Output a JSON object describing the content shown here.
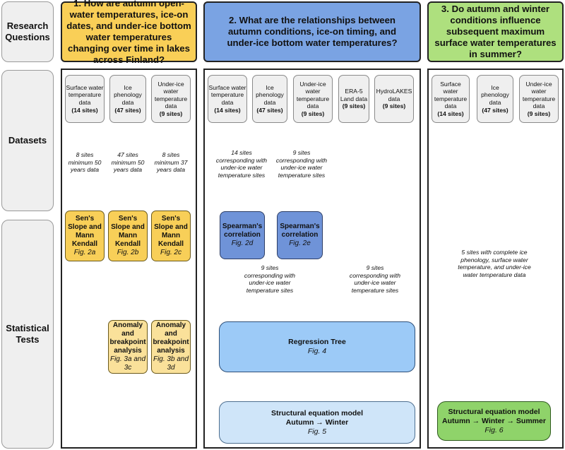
{
  "row_labels": {
    "research_questions": "Research Questions",
    "datasets": "Datasets",
    "statistical_tests": "Statistical Tests"
  },
  "questions": {
    "q1": "1. How are autumn open-water temperatures, ice-on dates, and under-ice bottom water temperatures changing over time in lakes across Finland?",
    "q2": "2. What are the relationships between autumn conditions, ice-on timing, and under-ice bottom water temperatures?",
    "q3": "3. Do autumn and winter conditions influence subsequent maximum surface water temperatures in summer?"
  },
  "datasets": {
    "surface": {
      "name": "Surface water temperature data",
      "sites": "(14 sites)"
    },
    "ice": {
      "name": "Ice phenology data",
      "sites": "(47 sites)"
    },
    "underice": {
      "name": "Under-ice water temperature data",
      "sites": "(9 sites)"
    },
    "era5": {
      "name": "ERA-5 Land data",
      "sites": "(9 sites)"
    },
    "hydrolakes": {
      "name": "HydroLAKES data",
      "sites": "(9 sites)"
    }
  },
  "notes": {
    "p1_surface": "8 sites minimum 50 years data",
    "p1_ice": "47 sites minimum 50 years data",
    "p1_underice": "8 sites minimum 37 years data",
    "p2_left": "14 sites corresponding with under-ice water temperature sites",
    "p2_mid": "9 sites corresponding with under-ice water temperature sites",
    "p2_ice": "9 sites corresponding with under-ice water temperature sites",
    "p2_era": "9 sites corresponding with under-ice water temperature sites",
    "p3": "5 sites with complete ice phenology, surface water temperature, and under-ice water temperature data"
  },
  "tests": {
    "sens_title": "Sen's Slope and Mann Kendall",
    "sens_fig_a": "Fig. 2a",
    "sens_fig_b": "Fig. 2b",
    "sens_fig_c": "Fig. 2c",
    "anomaly_title": "Anomaly and breakpoint analysis",
    "anomaly_fig_b": "Fig. 3a and 3c",
    "anomaly_fig_c": "Fig. 3b and 3d",
    "spearman_title": "Spearman's correlation",
    "spearman_fig_left": "Fig. 2d",
    "spearman_fig_right": "Fig. 2e",
    "regression_title": "Regression Tree",
    "regression_fig": "Fig. 4",
    "sem2_title": "Structural equation model",
    "sem2_sub": "Autumn → Winter",
    "sem2_fig": "Fig. 5",
    "sem3_title": "Structural equation model",
    "sem3_sub": "Autumn → Winter → Summer",
    "sem3_fig": "Fig. 6"
  },
  "colors": {
    "yellow": "#f9cf57",
    "blue": "#7aa3e3",
    "green": "#aee07e",
    "yellow_line": "#f3cd62",
    "blue_line": "#8ab8e8",
    "green_line": "#8cca6c"
  }
}
